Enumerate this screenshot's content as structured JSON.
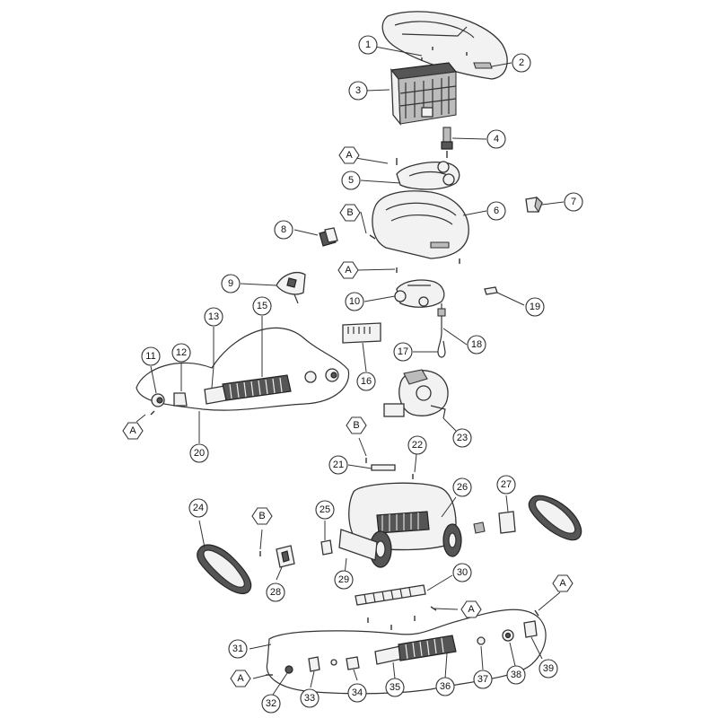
{
  "callouts": {
    "c1": "1",
    "c2": "2",
    "c3": "3",
    "c4": "4",
    "c5": "5",
    "c6": "6",
    "c7": "7",
    "c8": "8",
    "c9": "9",
    "c10": "10",
    "c11": "11",
    "c12": "12",
    "c13": "13",
    "c15": "15",
    "c16": "16",
    "c17": "17",
    "c18": "18",
    "c19": "19",
    "c20": "20",
    "c21": "21",
    "c22": "22",
    "c23": "23",
    "c24": "24",
    "c25": "25",
    "c26": "26",
    "c27": "27",
    "c28": "28",
    "c29": "29",
    "c30": "30",
    "c31": "31",
    "c32": "32",
    "c33": "33",
    "c34": "34",
    "c35": "35",
    "c36": "36",
    "c37": "37",
    "c38": "38",
    "c39": "39"
  },
  "fastener_labels": {
    "a": "A",
    "b": "B"
  }
}
